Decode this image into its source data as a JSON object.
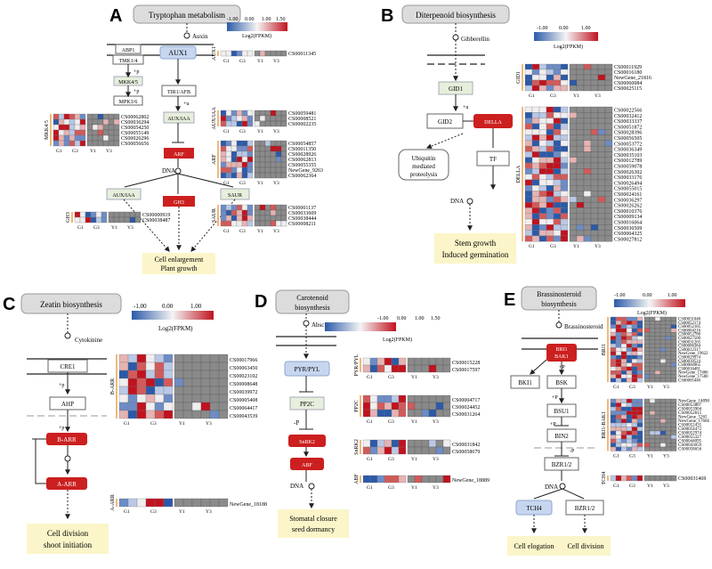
{
  "colors": {
    "red": "#cc1f1f",
    "blue": "#3b5fa8",
    "gray": "#8a8a8a",
    "orange": "#e9a24e",
    "green_box": "#e6efdb",
    "blue_box": "#c7d6ef",
    "yellow_box": "#fbf5c9",
    "title_box": "#dcdcdc"
  },
  "scale_labels": [
    "-1.00",
    "0.00",
    "1.00"
  ],
  "scale_labels_5": [
    "-1.00",
    "0.00",
    "1.00",
    "1.50"
  ],
  "scale_unit": "Log2(FPKM)",
  "panels": {
    "A": {
      "letter": "A",
      "title": "Tryptophan metabolism",
      "auxin": "Auxin",
      "nodes": {
        "abp1": "ABP1",
        "tmk": "TMK1/4",
        "mkk": "MKK4/5",
        "mpk": "MPK3/6",
        "aux1": "AUX1",
        "tir1": "TIR1/AFB",
        "auxiaa": "AUX/IAA",
        "arf": "ARF",
        "dna": "DNA",
        "auxiaa2": "AUX/IAA",
        "gh3": "GH3",
        "saur": "SAUR",
        "ub": "+u",
        "p1": "+p",
        "p2": "+p",
        "output1": "Cell enlargement",
        "output2": "Plant growth"
      },
      "labels": {
        "aux1": "AUX1",
        "auxiaa": "AUX/IAA",
        "arf": "ARF",
        "mkk": "MKK4/5",
        "gh3": "GH3",
        "saur": "SAUR"
      },
      "cols": [
        "G1",
        "G3",
        "Y1",
        "Y3"
      ],
      "genes_aux1": [
        "CS00011345"
      ],
      "genes_auxiaa": [
        "CS00059481",
        "CS00008521",
        "CS00002235"
      ],
      "genes_arf": [
        "CS00054857",
        "CS00011350",
        "CS00028926",
        "CS00062813",
        "CS00055355",
        "NewGene_9263",
        "CS00062364"
      ],
      "genes_mkk": [
        "CS00062802",
        "CS00036294",
        "CS00054250",
        "CS00055149",
        "CS00026296",
        "CS00056656"
      ],
      "genes_gh3": [
        "CS00000919",
        "CS00038487"
      ],
      "genes_saur": [
        "CS00001137",
        "CS00033609",
        "CS00038444",
        "CS00008211"
      ]
    },
    "B": {
      "letter": "B",
      "title": "Diterpenoid biosynthesis",
      "signal": "Gibberellin",
      "nodes": {
        "gid1": "GID1",
        "gid2": "GID2",
        "della": "DELLA",
        "ub": "+u",
        "ubq1": "Ubiquitin",
        "ubq2": "mediated",
        "ubq3": "proteolysis",
        "tf": "TF",
        "dna": "DNA",
        "output1": "Stem growth",
        "output2": "Induced germination"
      },
      "labels": {
        "gid1": "GID1",
        "della": "DELLA"
      },
      "cols": [
        "G1",
        "G3",
        "Y1",
        "Y3"
      ],
      "genes_gid1": [
        "CS00011929",
        "CS00016180",
        "NewGene_21816",
        "CS00060084",
        "CS00025115"
      ],
      "genes_della": [
        "CS00022566",
        "CS00032412",
        "CS00033337",
        "CS00051872",
        "CS00028396",
        "CS00056505",
        "CS00053772",
        "CS00036349",
        "CS00035103",
        "CS00012789",
        "CS00059078",
        "CS00026302",
        "CS00033176",
        "CS00026494",
        "CS00055015",
        "CS00024161",
        "CS00036297",
        "CS00026262",
        "CS00010376",
        "CS00009134",
        "CS00016064",
        "CS00036509",
        "CS00004325",
        "CS00027812"
      ]
    },
    "C": {
      "letter": "C",
      "title": "Zeatin biosynthesis",
      "signal": "Cytokinine",
      "nodes": {
        "cre1": "CRE1",
        "ahp": "AHP",
        "barr": "B-ARR",
        "aarr": "A-ARR",
        "p1": "+p",
        "p2": "+p",
        "output1": "Cell division",
        "output2": "shoot initiation"
      },
      "labels": {
        "barr": "B-ARR",
        "aarr": "A-ARR"
      },
      "cols": [
        "G1",
        "G3",
        "Y1",
        "Y3"
      ],
      "genes_barr": [
        "CS00017966",
        "CS00063450",
        "CS00023102",
        "CS00008648",
        "CS00039972",
        "CS00005408",
        "CS00064417",
        "CS00043539"
      ],
      "genes_aarr": [
        "NewGene_18188"
      ]
    },
    "D": {
      "letter": "D",
      "title1": "Carotenoid",
      "title2": "biosynthesis",
      "signal": "Abscisic acid",
      "nodes": {
        "pyr": "PYR/PYL",
        "pp2c": "PP2C",
        "snrk2": "SnRK2",
        "abf": "ABF",
        "minp": "-P",
        "dna": "DNA",
        "output1": "Stomatal closure",
        "output2": "seed dormancy"
      },
      "labels": {
        "pyr": "PYR/PYL",
        "pp2c": "PP2C",
        "snrk2": "SnRK2",
        "abf": "ABF"
      },
      "cols": [
        "G1",
        "G3",
        "Y1",
        "Y3"
      ],
      "genes_pyr": [
        "CS00015228",
        "CS00017597"
      ],
      "genes_pp2c": [
        "CS00004717",
        "CS00024452",
        "CS00031264"
      ],
      "genes_snrk2": [
        "CS00031842",
        "CS00058679"
      ],
      "genes_abf": [
        "NewGene_18889"
      ]
    },
    "E": {
      "letter": "E",
      "title1": "Brassinosteroid",
      "title2": "biosynthesis",
      "signal": "Brassinosteroid",
      "nodes": {
        "bri1": "BRI1",
        "bak1": "BAK1",
        "bki1": "BKI1",
        "bsk": "BSK",
        "bsu1": "BSU1",
        "bin2": "BIN2",
        "bzr": "BZR1/2",
        "tch4": "TCH4",
        "bzr2": "BZR1/2",
        "dna": "DNA",
        "p1": "+P",
        "p2": "+P",
        "p3": "+P",
        "p4": "-P",
        "output1": "Cell elogation",
        "output2": "Cell division"
      },
      "labels": {
        "bri1": "BRI1",
        "bribak": "BRI1-BAK1",
        "tch4": "TCH4"
      },
      "cols": [
        "G1",
        "G3",
        "Y1",
        "Y3"
      ],
      "genes_bri1": [
        "CS00031040",
        "CS00052174",
        "CS00052185",
        "CS00004216",
        "CS00052780",
        "CS00027500",
        "CS00031265",
        "CS00006384",
        "CS00012317",
        "NewGene_19622",
        "CS00029974",
        "CS00039524",
        "CS00060965",
        "CS00016481",
        "NewGene_17466",
        "NewGene_17500",
        "CS00005440"
      ],
      "genes_bribak": [
        "NewGene_14890",
        "CS00053807",
        "CS00053904",
        "CS00052815",
        "NewGene_5265",
        "NewGene_17666",
        "CS00052435",
        "CS00054472",
        "CS00052974",
        "CS00055327",
        "CS00044095",
        "CS00043059",
        "CS00058656"
      ],
      "genes_tch4": [
        "CS00031469"
      ]
    }
  }
}
